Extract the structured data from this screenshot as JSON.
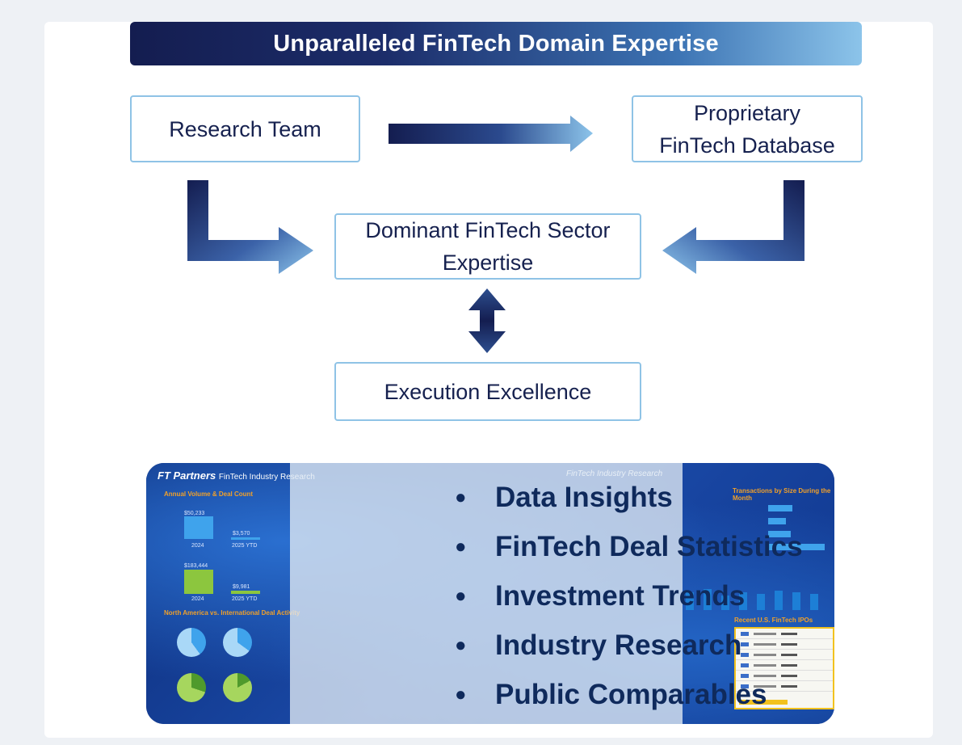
{
  "title": "Unparalleled FinTech Domain Expertise",
  "nodes": {
    "research_team": "Research Team",
    "database_line1": "Proprietary",
    "database_line2": "FinTech Database",
    "sector_line1": "Dominant FinTech Sector",
    "sector_line2": "Expertise",
    "execution": "Execution Excellence"
  },
  "panel": {
    "brand_bold": "FT Partners",
    "brand_rest": "FinTech Industry Research",
    "section_annual": "Annual Volume & Deal Count",
    "section_regional": "North America vs. International Deal Activity",
    "section_transactions": "Transactions by Size During the Month",
    "section_ipos": "Recent U.S. FinTech IPOs",
    "financing_value": "$50,233",
    "financing_ytd": "$3,570",
    "ma_value": "$183,444",
    "ma_ytd": "$9,981",
    "label_2024": "2024",
    "label_2025_ytd": "2025 YTD"
  },
  "bullets": [
    "Data Insights",
    "FinTech Deal Statistics",
    "Investment Trends",
    "Industry Research",
    "Public Comparables"
  ],
  "colors": {
    "navy": "#16214f",
    "box_border": "#8fc3e6",
    "bullet_text": "#0f2a5c",
    "panel_blue": "#0e2a6e"
  }
}
